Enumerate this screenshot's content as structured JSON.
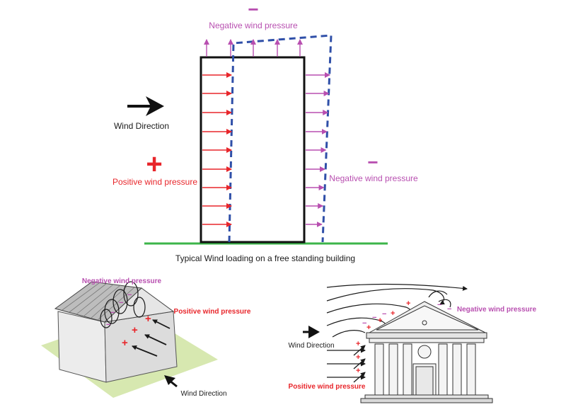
{
  "main_diagram": {
    "top_sign": "−",
    "top_label": "Negative wind pressure",
    "wind_label": "Wind Direction",
    "positive_sign": "+",
    "positive_label": "Positive wind pressure",
    "right_sign": "−",
    "right_label": "Negative wind pressure",
    "caption": "Typical Wind loading on a free standing building"
  },
  "house_diagram": {
    "negative_label": "Negative wind pressure",
    "positive_label": "Positive wind pressure",
    "wind_label": "Wind Direction"
  },
  "temple_diagram": {
    "wind_label": "Wind Direction",
    "negative_label": "Negative wind pressure",
    "positive_label": "Positive wind pressure"
  },
  "colors": {
    "negative": "#b84fb0",
    "positive": "#e8262b",
    "deflected_outline": "#2f4fa8",
    "ground": "#3cb54a",
    "house_ground": "#d7e8b0"
  }
}
